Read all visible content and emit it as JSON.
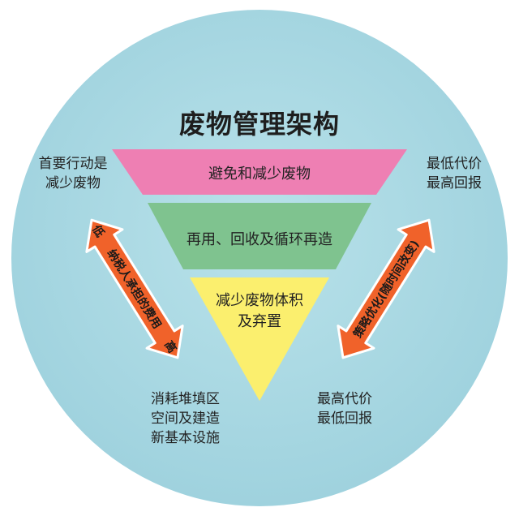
{
  "title": "废物管理架构",
  "tiers": [
    {
      "label": "避免和减少废物",
      "color": "#ee7fb3"
    },
    {
      "label": "再用、回收及循环再造",
      "color": "#7fc38f"
    },
    {
      "label_lines": [
        "减少废物体积",
        "及弃置"
      ],
      "color": "#fbef6e"
    }
  ],
  "top_left": {
    "lines": [
      "首要行动是",
      "减少废物"
    ]
  },
  "top_right": {
    "lines": [
      "最低代价",
      "最高回报"
    ]
  },
  "bottom_left": {
    "lines": [
      "消耗堆填区",
      "空间及建造",
      "新基本设施"
    ]
  },
  "bottom_right": {
    "lines": [
      "最高代价",
      "最低回报"
    ]
  },
  "left_arrow": {
    "text": "纳税人承担的费用",
    "start_mark": "低",
    "end_mark": "高"
  },
  "right_arrow": {
    "text": "策略优化(随时间改变)"
  },
  "colors": {
    "circle": "#a9d8e3",
    "arrow": "#f0622a",
    "arrow_outline": "#ffffff"
  }
}
